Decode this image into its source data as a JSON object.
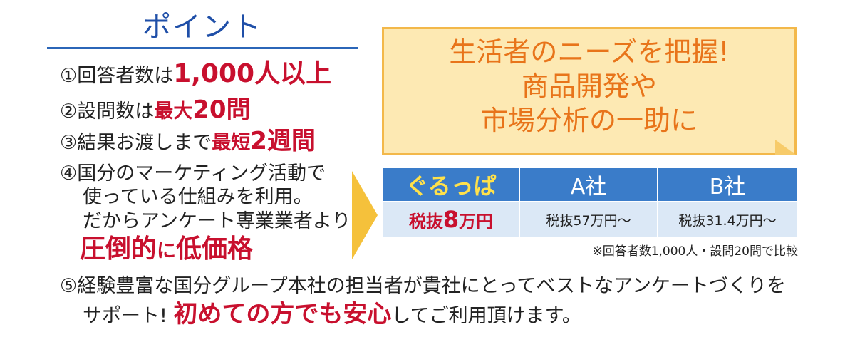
{
  "heading": "ポイント",
  "points": [
    {
      "prefix": "①回答者数は",
      "highlight": "1,000人以上"
    },
    {
      "prefix": "②設問数は",
      "highlight_a": "最大",
      "highlight_b": "20問"
    },
    {
      "prefix": "③結果お渡しまで",
      "highlight_a": "最短",
      "highlight_b": "2週間"
    },
    {
      "line1": "④国分のマーケティング活動で",
      "line2": "使っている仕組みを利用。",
      "line3": "だからアンケート専業業者より",
      "strong_a": "圧倒的",
      "strong_b": "に",
      "strong_c": "低価格"
    }
  ],
  "note_box": {
    "line1": "生活者のニーズを把握!",
    "line2": "商品開発や",
    "line3": "市場分析の一助に"
  },
  "comparison": {
    "headers": [
      "ぐるっぱ",
      "A社",
      "B社"
    ],
    "ours": {
      "prefix": "税抜",
      "num": "8",
      "suffix": "万円"
    },
    "a_price": "税抜57万円〜",
    "b_price": "税抜31.4万円〜",
    "note": "※回答者数1,000人・設問20問で比較"
  },
  "point5": {
    "line1": "⑤経験豊富な国分グループ本社の担当者が貴社にとってベストなアンケートづくりを",
    "prefix": "サポート! ",
    "highlight": "初めての方でも安心",
    "suffix": "してご利用頂けます。"
  },
  "colors": {
    "accent_blue": "#2b66b8",
    "accent_red": "#c8102e",
    "accent_orange": "#e8741a"
  }
}
